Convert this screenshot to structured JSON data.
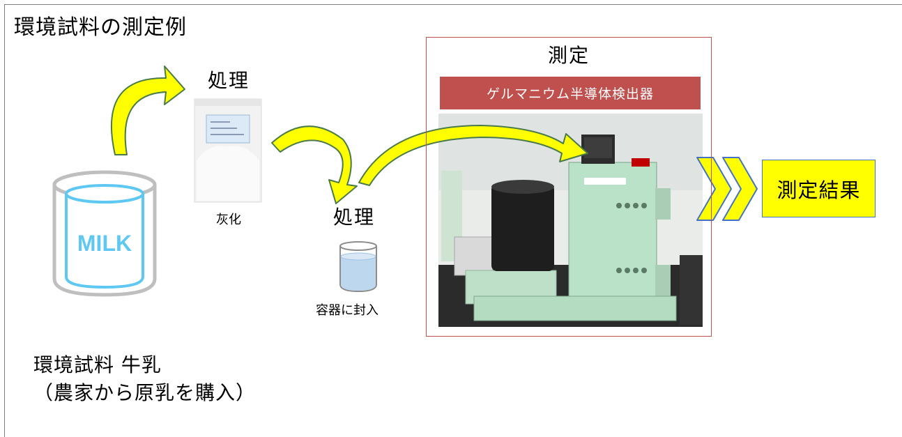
{
  "title": "環境試料の測定例",
  "milk": {
    "jar_text": "MILK"
  },
  "step1": {
    "heading": "処理",
    "caption": "灰化"
  },
  "step2": {
    "heading": "処理",
    "caption": "容器に封入"
  },
  "measurement": {
    "heading": "測定",
    "detector": "ゲルマニウム半導体検出器"
  },
  "result": {
    "label": "測定結果"
  },
  "footer": {
    "line1": "環境試料 牛乳",
    "line2": "（農家から原乳を購入）"
  },
  "colors": {
    "arrow_fill": "#ffff00",
    "arrow_stroke": "#4a7a4a",
    "measure_border": "#c0504d",
    "banner": "#c0504d",
    "milk_blue": "#5ec8f2",
    "result_fill": "#ffff00",
    "result_border": "#4472c4",
    "chevron_stroke": "#4472c4"
  }
}
